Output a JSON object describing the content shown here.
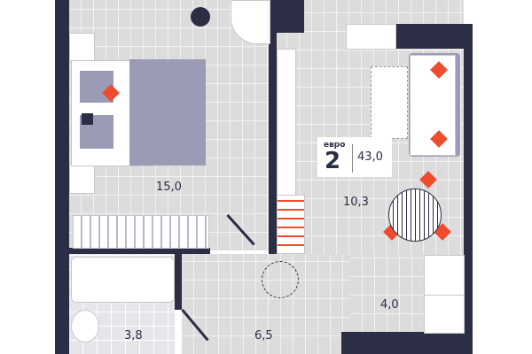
{
  "plan": {
    "apartment_type": "евро",
    "rooms": "2",
    "total_area": "43,0",
    "rooms_areas": {
      "bedroom": "15,0",
      "living_kitchen": "10,3",
      "kitchen": "4,0",
      "hallway": "6,5",
      "bathroom": "3,8"
    },
    "colors": {
      "wall": "#2b2e45",
      "accent": "#ee4b2f",
      "furniture": "#9c9bb5",
      "floor": "#dcdcdc"
    }
  }
}
